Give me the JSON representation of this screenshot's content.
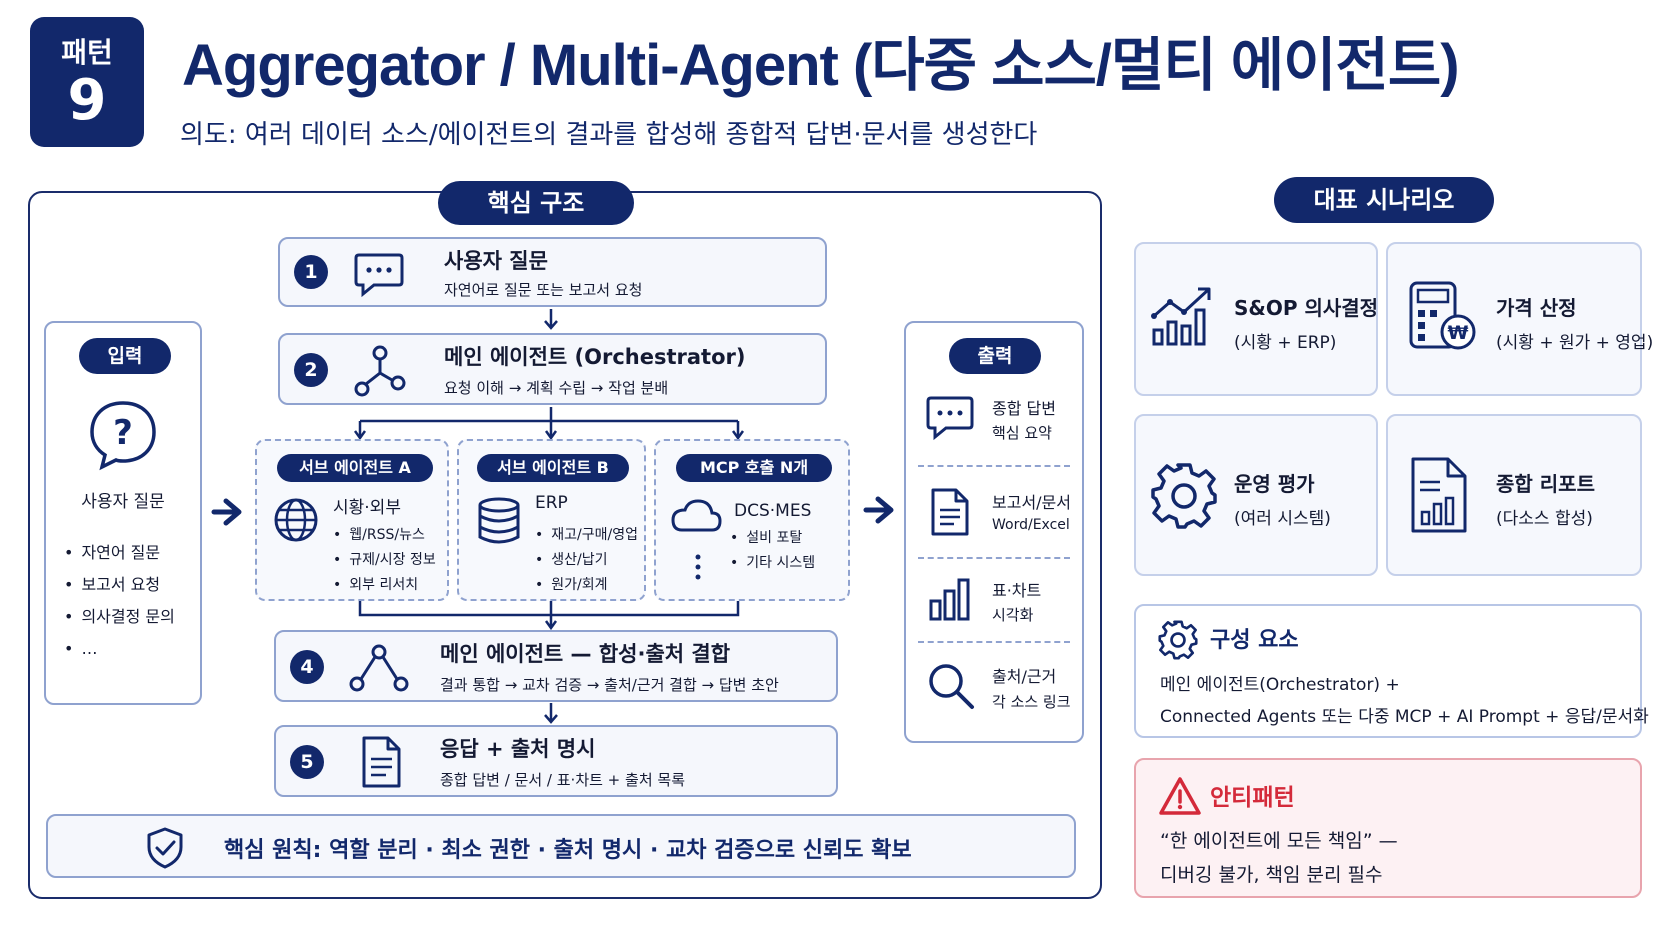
{
  "header": {
    "pattern_label": "패턴",
    "pattern_number": "9",
    "title": "Aggregator / Multi-Agent (다중 소스/멀티 에이전트)",
    "intent": "의도:  여러 데이터 소스/에이전트의 결과를 합성해 종합적 답변·문서를 생성한다"
  },
  "core": {
    "label": "핵심 구조",
    "input": {
      "label": "입력",
      "title": "사용자 질문",
      "items": [
        "자연어 질문",
        "보고서 요청",
        "의사결정 문의",
        "…"
      ]
    },
    "steps": [
      {
        "num": "1",
        "title": "사용자 질문",
        "desc": "자연어로 질문 또는 보고서 요청"
      },
      {
        "num": "2",
        "title": "메인 에이전트 (Orchestrator)",
        "desc": "요청 이해 → 계획 수립 → 작업 분배"
      },
      {
        "num": "4",
        "title": "메인 에이전트 — 합성·출처 결합",
        "desc": "결과 통합 → 교차 검증 → 출처/근거 결합 → 답변 초안"
      },
      {
        "num": "5",
        "title": "응답 + 출처 명시",
        "desc": "종합 답변 / 문서 / 표·차트 + 출처 목록"
      }
    ],
    "subagents": [
      {
        "label": "서브 에이전트 A",
        "title": "시황·외부",
        "items": [
          "웹/RSS/뉴스",
          "규제/시장 정보",
          "외부 리서치"
        ]
      },
      {
        "label": "서브 에이전트 B",
        "title": "ERP",
        "items": [
          "재고/구매/영업",
          "생산/납기",
          "원가/회계"
        ]
      },
      {
        "label": "MCP 호출 N개",
        "title": "DCS·MES",
        "items": [
          "설비 포탈",
          "기타 시스템"
        ]
      }
    ],
    "output": {
      "label": "출력",
      "items": [
        {
          "title": "종합 답변",
          "desc": "핵심 요약"
        },
        {
          "title": "보고서/문서",
          "desc": "Word/Excel"
        },
        {
          "title": "표·차트",
          "desc": "시각화"
        },
        {
          "title": "출처/근거",
          "desc": "각 소스 링크"
        }
      ]
    },
    "principle": "핵심 원칙:  역할 분리 · 최소 권한 · 출처 명시 · 교차 검증으로 신뢰도 확보"
  },
  "scenarios": {
    "label": "대표 시나리오",
    "items": [
      {
        "title": "S&OP 의사결정",
        "desc": "(시황 + ERP)",
        "icon": "growth-chart-icon"
      },
      {
        "title": "가격 산정",
        "desc": "(시황 + 원가 + 영업)",
        "icon": "calculator-icon"
      },
      {
        "title": "운영 평가",
        "desc": "(여러 시스템)",
        "icon": "gear-icon"
      },
      {
        "title": "종합 리포트",
        "desc": "(다소스 합성)",
        "icon": "report-icon"
      }
    ],
    "components": {
      "title": "구성 요소",
      "line1": "메인 에이전트(Orchestrator) +",
      "line2": "Connected Agents 또는 다중 MCP + AI Prompt + 응답/문서화"
    },
    "antipattern": {
      "title": "안티패턴",
      "line1": "“한 에이전트에 모든 책임” —",
      "line2": "디버깅 불가, 책임 분리 필수"
    }
  },
  "colors": {
    "navy": "#12286b",
    "warning_red": "#d42a3a",
    "box_border": "#8fa2cf"
  }
}
